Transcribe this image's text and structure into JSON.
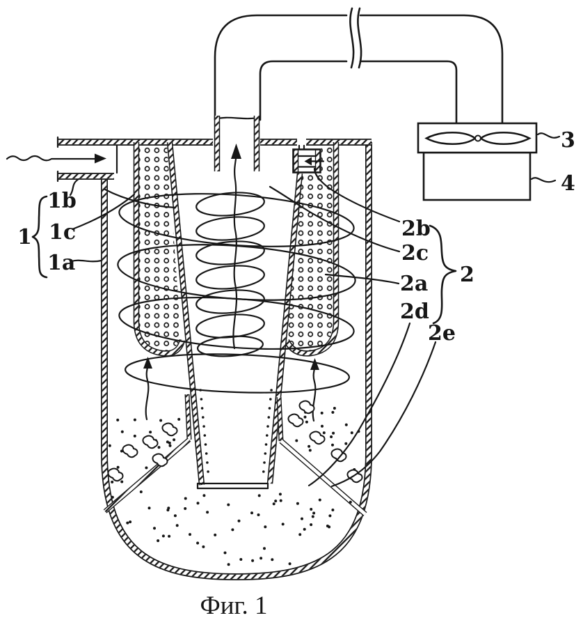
{
  "page": {
    "background": "#ffffff",
    "ink": "#161616"
  },
  "caption": "Фиг. 1",
  "labels": {
    "n1": "1",
    "n1a": "1a",
    "n1b": "1b",
    "n1c": "1c",
    "n2": "2",
    "n2a": "2a",
    "n2b": "2b",
    "n2c": "2c",
    "n2d": "2d",
    "n2e": "2e",
    "n3": "3",
    "n4": "4"
  }
}
